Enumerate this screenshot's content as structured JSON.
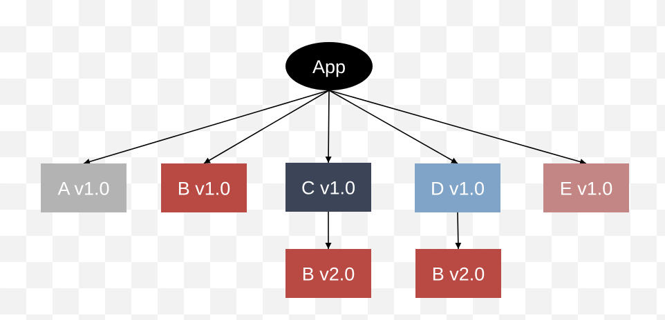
{
  "nodes": [
    {
      "id": "app",
      "label": "App",
      "shape": "ellipse",
      "fill": "#000000",
      "text_color": "#ffffff"
    },
    {
      "id": "a1",
      "label": "A v1.0",
      "shape": "rect",
      "fill": "#b3b3b3",
      "text_color": "#ffffff"
    },
    {
      "id": "b1",
      "label": "B v1.0",
      "shape": "rect",
      "fill": "#b94a43",
      "text_color": "#ffffff"
    },
    {
      "id": "c1",
      "label": "C v1.0",
      "shape": "rect",
      "fill": "#3c4457",
      "text_color": "#ffffff"
    },
    {
      "id": "d1",
      "label": "D v1.0",
      "shape": "rect",
      "fill": "#7fa4c7",
      "text_color": "#ffffff"
    },
    {
      "id": "e1",
      "label": "E v1.0",
      "shape": "rect",
      "fill": "#c48684",
      "text_color": "#ffffff"
    },
    {
      "id": "b2c",
      "label": "B v2.0",
      "shape": "rect",
      "fill": "#b94a43",
      "text_color": "#ffffff"
    },
    {
      "id": "b2d",
      "label": "B v2.0",
      "shape": "rect",
      "fill": "#b94a43",
      "text_color": "#ffffff"
    }
  ],
  "edges": [
    {
      "from": "app",
      "to": "a1"
    },
    {
      "from": "app",
      "to": "b1"
    },
    {
      "from": "app",
      "to": "c1"
    },
    {
      "from": "app",
      "to": "d1"
    },
    {
      "from": "app",
      "to": "e1"
    },
    {
      "from": "c1",
      "to": "b2c"
    },
    {
      "from": "d1",
      "to": "b2d"
    }
  ]
}
